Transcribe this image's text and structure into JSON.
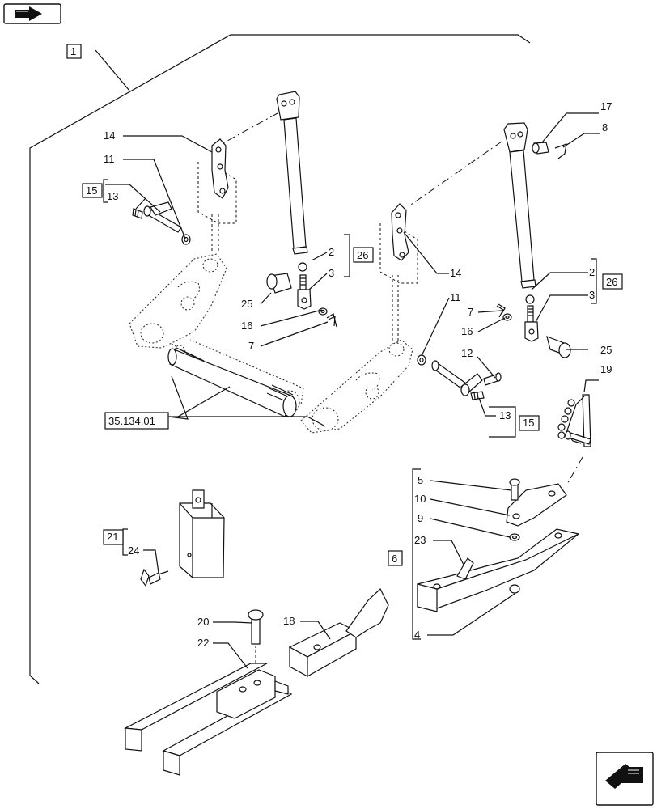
{
  "nav": {
    "prev_icon": "arrow-right-icon",
    "next_icon": "arrow-left-icon"
  },
  "labels": {
    "l1": "1",
    "l2a": "2",
    "l2b": "2",
    "l3a": "3",
    "l3b": "3",
    "l4": "4",
    "l5": "5",
    "l6": "6",
    "l7a": "7",
    "l7b": "7",
    "l8": "8",
    "l9": "9",
    "l10": "10",
    "l11a": "11",
    "l11b": "11",
    "l12": "12",
    "l13a": "13",
    "l13b": "13",
    "l14a": "14",
    "l14b": "14",
    "l15a": "15",
    "l15b": "15",
    "l16a": "16",
    "l16b": "16",
    "l17": "17",
    "l18": "18",
    "l19": "19",
    "l20": "20",
    "l21": "21",
    "l22": "22",
    "l23": "23",
    "l24": "24",
    "l25a": "25",
    "l25b": "25",
    "l26a": "26",
    "l26b": "26",
    "ref": "35.134.01"
  }
}
